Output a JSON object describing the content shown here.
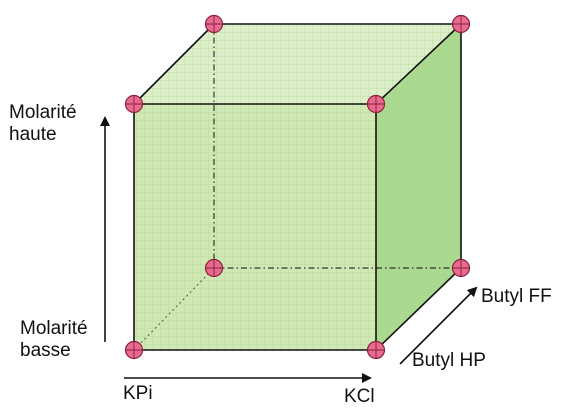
{
  "axes": {
    "vertical": {
      "top_label": [
        "Molarité",
        "haute"
      ],
      "bottom_label": [
        "Molarité",
        "basse"
      ]
    },
    "horizontal": {
      "start_label": "KPi",
      "end_label": "KCl"
    },
    "depth": {
      "front_label": "Butyl HP",
      "back_label": "Butyl FF"
    }
  },
  "colors": {
    "face_fill": "#cfe8b4",
    "side_fill": "#a9d98e",
    "top_fill": "#dcefc8",
    "grid_line": "#b5d99a",
    "edge": "#111111",
    "vertex_fill": "#e86b8f",
    "vertex_stroke": "#8a1f3d"
  },
  "vertex_count": 8
}
